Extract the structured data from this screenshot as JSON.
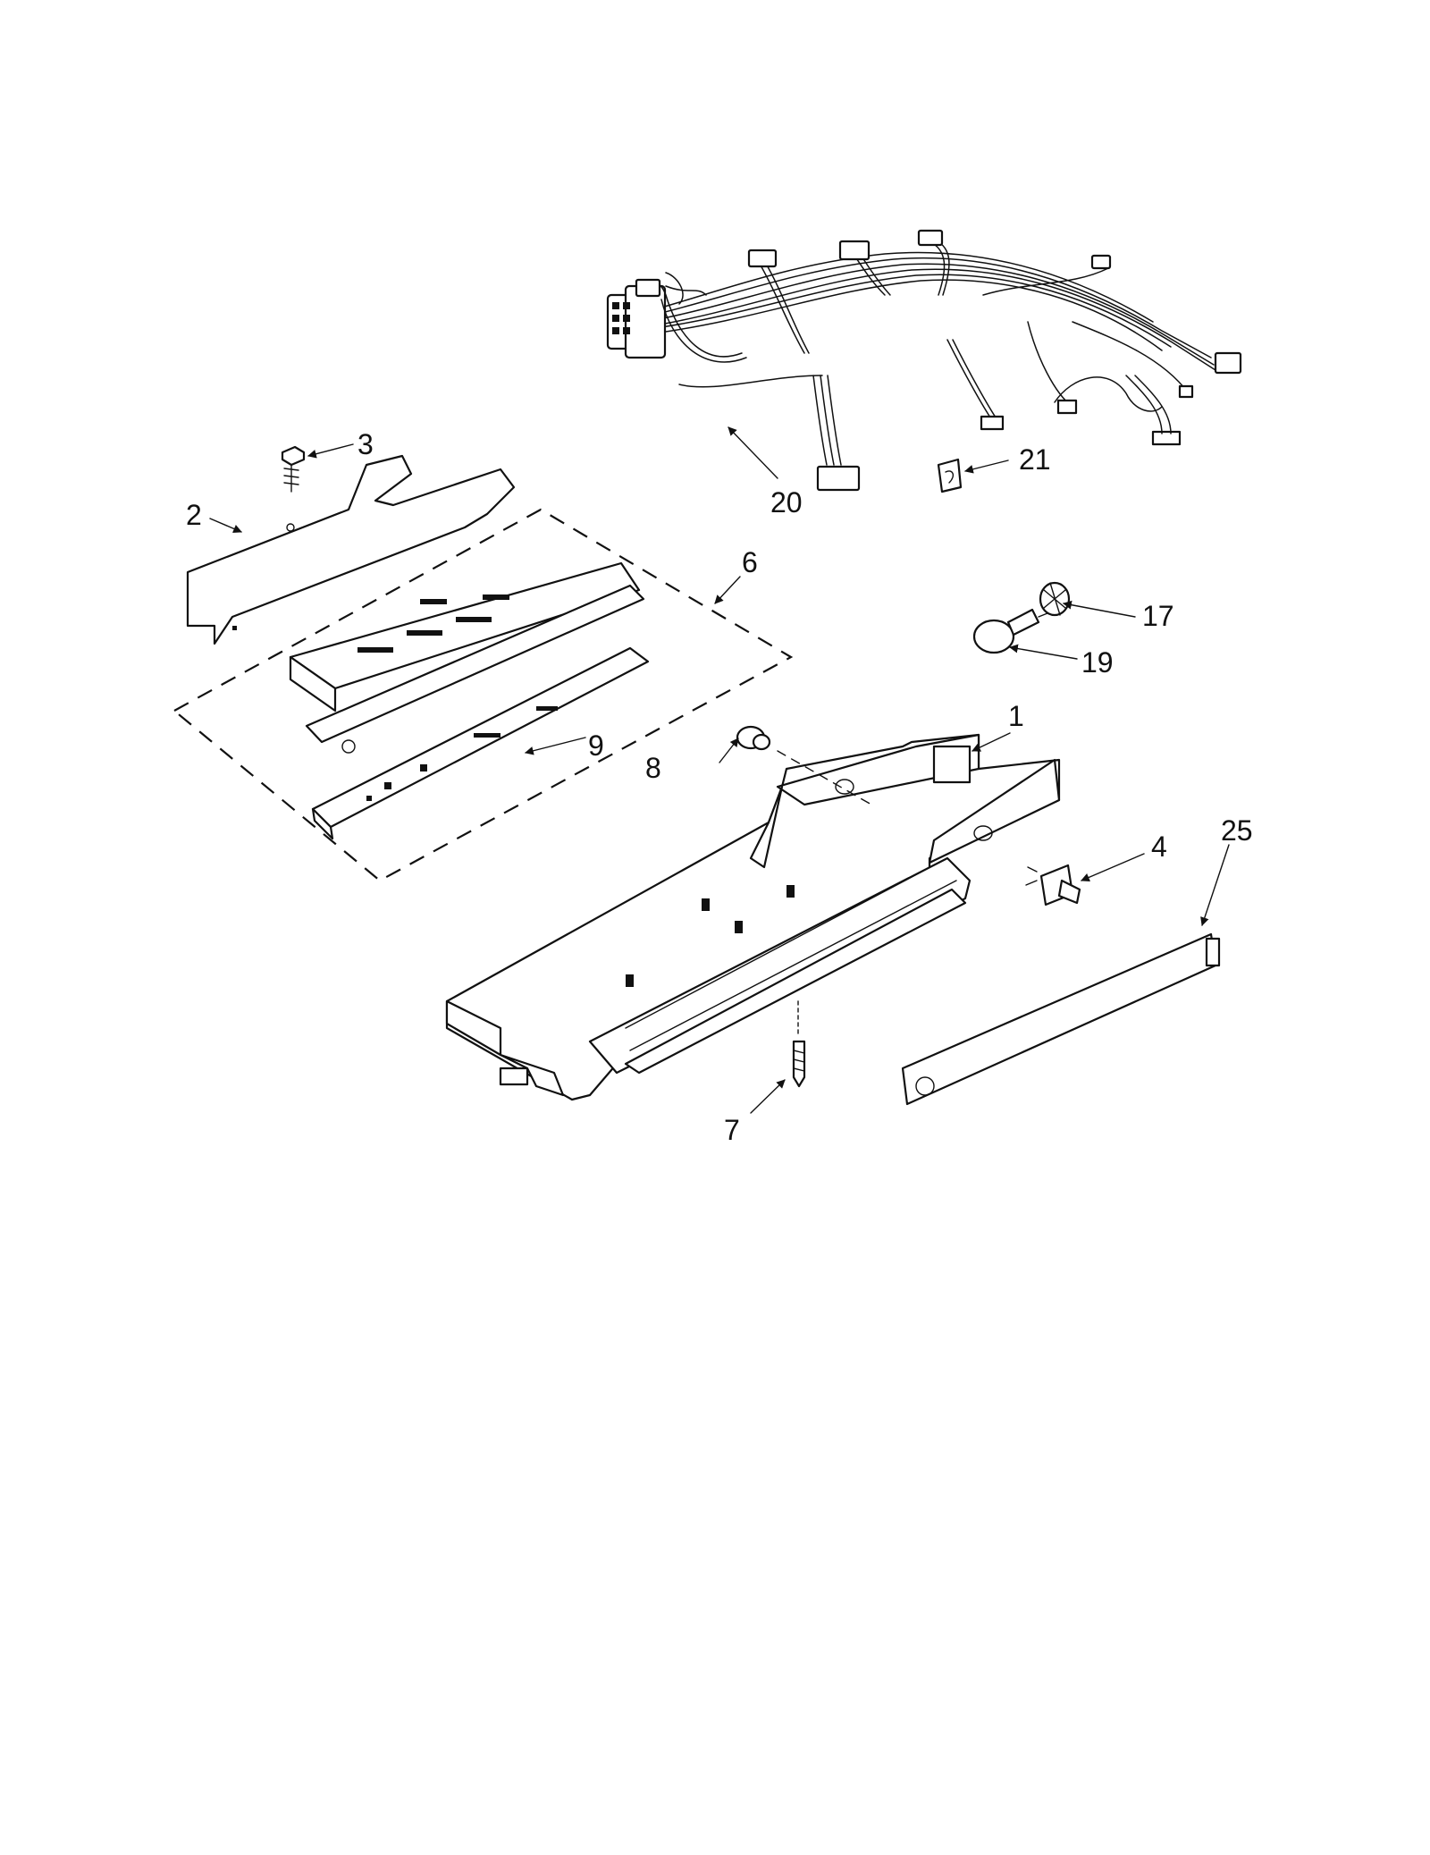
{
  "callouts": {
    "c1": "1",
    "c2": "2",
    "c3": "3",
    "c4": "4",
    "c6": "6",
    "c7": "7",
    "c8": "8",
    "c9": "9",
    "c17": "17",
    "c19": "19",
    "c20": "20",
    "c21": "21",
    "c25": "25"
  }
}
